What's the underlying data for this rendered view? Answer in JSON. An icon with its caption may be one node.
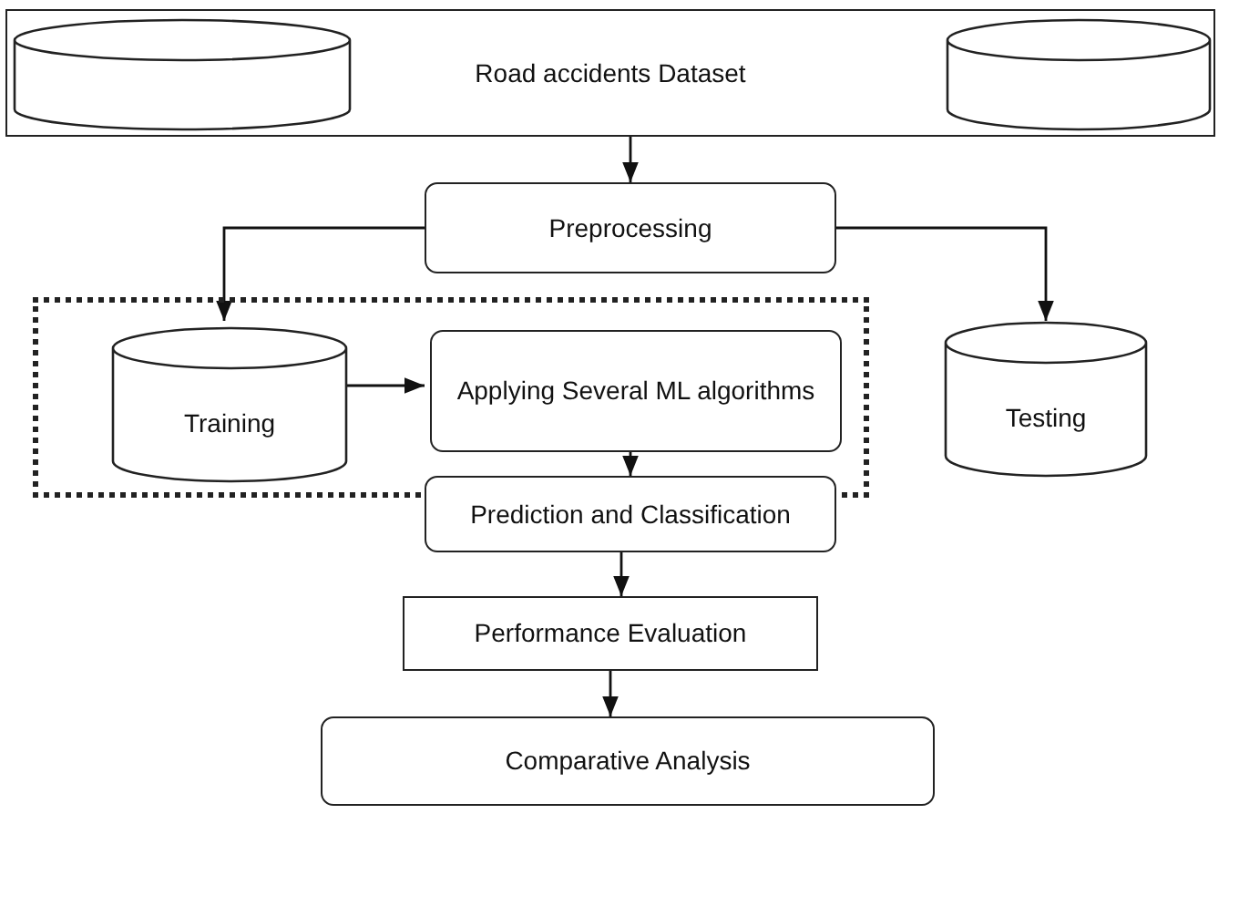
{
  "diagram": {
    "nodes": [
      {
        "text": [
          "Road accidents Dataset"
        ]
      },
      {
        "text": [],
        "shape": "cylinder",
        "in": 0
      },
      {
        "text": [],
        "shape": "cylinder",
        "in": 0
      },
      {
        "text": [
          "Preprocessing"
        ]
      },
      {
        "text": [],
        "shape": "box"
      },
      {
        "text": [
          "Training"
        ],
        "in": 4
      },
      {
        "text": [
          "Applying Several ML algorithms"
        ],
        "in": 4
      },
      {
        "text": [
          "Testing"
        ]
      },
      {
        "text": [
          "Prediction and Classification"
        ]
      },
      {
        "text": [
          "Performance Evaluation"
        ]
      },
      {
        "text": [
          "Comparative Analysis"
        ]
      }
    ],
    "edges": [
      {
        "from": 0,
        "to": 3,
        "arrow": "to"
      },
      {
        "from": 3,
        "to": 5,
        "arrow": "to"
      },
      {
        "from": 3,
        "to": 7,
        "arrow": "to"
      },
      {
        "from": 5,
        "to": 6,
        "arrow": "to"
      },
      {
        "from": 6,
        "to": 8,
        "arrow": "to"
      },
      {
        "from": 8,
        "to": 9,
        "arrow": "to"
      },
      {
        "from": 9,
        "to": 10,
        "arrow": "to"
      }
    ]
  }
}
